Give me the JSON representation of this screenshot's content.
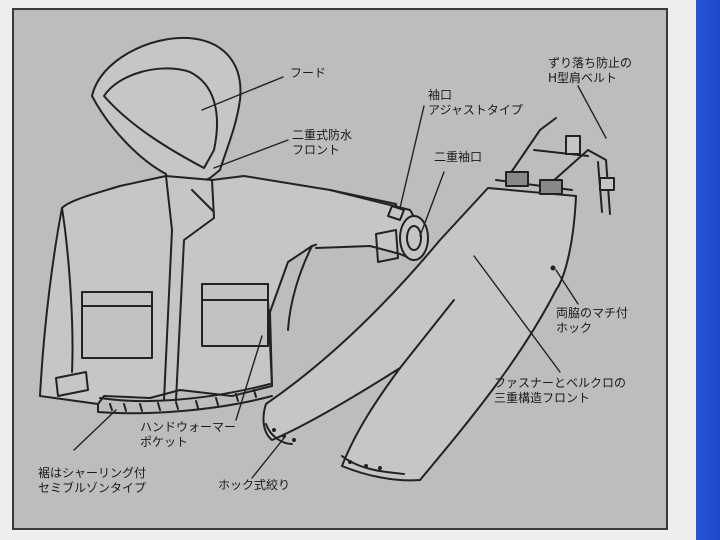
{
  "labels": {
    "hood": "フード",
    "double_front": [
      "二重式防水",
      "フロント"
    ],
    "cuff_adjust": [
      "袖口",
      "アジャストタイプ"
    ],
    "double_cuff": "二重袖口",
    "h_belt": [
      "ずり落ち防止の",
      "H型肩ベルト"
    ],
    "side_hook": [
      "両脇のマチ付",
      "ホック"
    ],
    "zip_velcro": [
      "ファスナーとベルクロの",
      "三重構造フロント"
    ],
    "hand_warmer": [
      "ハンドウォーマー",
      "ポケット"
    ],
    "hem": [
      "裾はシャーリング付",
      "セミブルゾンタイプ"
    ],
    "hook_cinch": "ホック式絞り"
  }
}
